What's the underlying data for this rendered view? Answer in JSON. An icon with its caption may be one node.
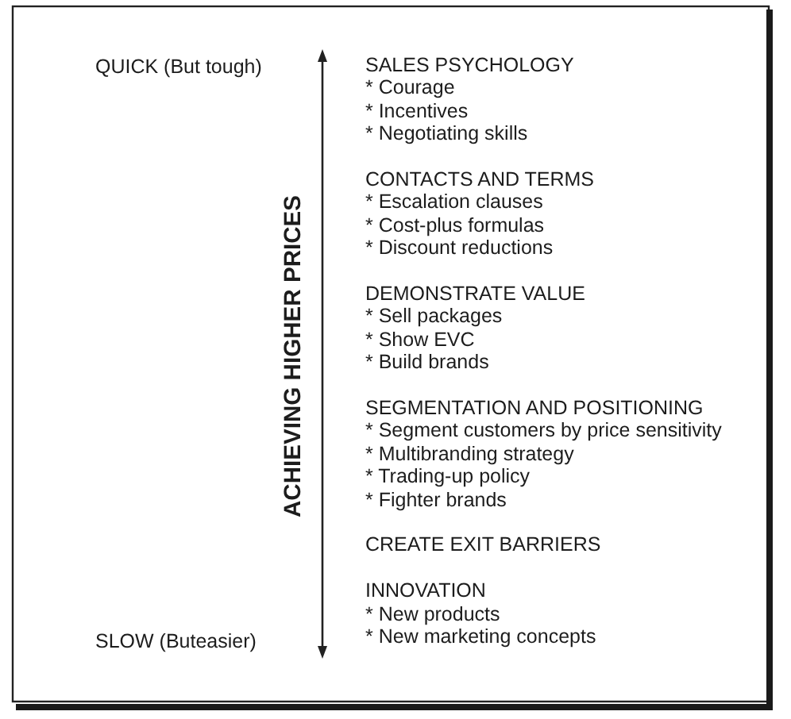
{
  "diagram": {
    "labels": [
      "QUICK (But tough)",
      "ACHIEVING HIGHER PRICES",
      "SLOW (Buteasier)",
      "SALES PSYCHOLOGY",
      "* Courage",
      "* Incentives",
      "* Negotiating skills",
      "CONTACTS AND TERMS",
      "* Escalation clauses",
      "* Cost-plus formulas",
      "* Discount reductions",
      "DEMONSTRATE VALUE",
      "* Sell packages",
      "* Show EVC",
      "* Build brands",
      "SEGMENTATION AND POSITIONING",
      "* Segment customers by price sensitivity",
      "* Multibranding strategy",
      "* Trading-up policy",
      "* Fighter brands",
      "CREATE EXIT BARRIERS",
      "INNOVATION",
      "* New products",
      "* New marketing concepts"
    ]
  }
}
